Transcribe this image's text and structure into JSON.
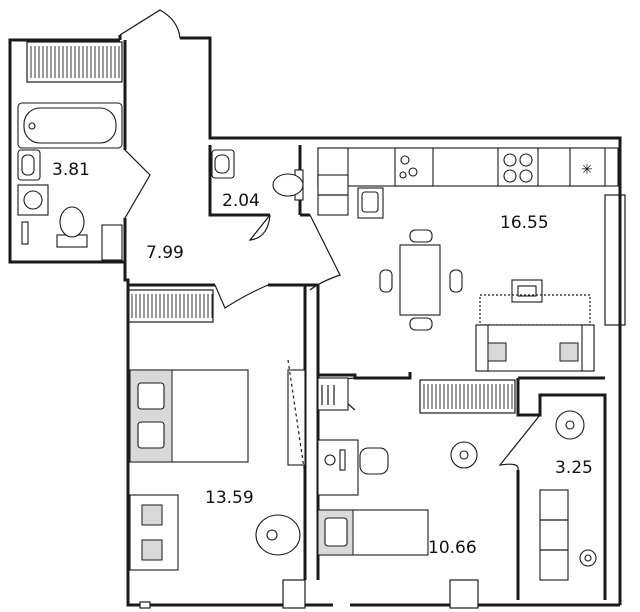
{
  "floorplan": {
    "rooms": [
      {
        "id": "bathroom",
        "area": "3.81"
      },
      {
        "id": "toilet",
        "area": "2.04"
      },
      {
        "id": "hallway",
        "area": "7.99"
      },
      {
        "id": "kitchen-living",
        "area": "16.55"
      },
      {
        "id": "bedroom",
        "area": "13.59"
      },
      {
        "id": "bedroom-2",
        "area": "10.66"
      },
      {
        "id": "balcony",
        "area": "3.25"
      }
    ]
  },
  "colors": {
    "wall": "#1a1a1a",
    "furniture_fill": "#d9d9d9",
    "background": "#ffffff"
  }
}
